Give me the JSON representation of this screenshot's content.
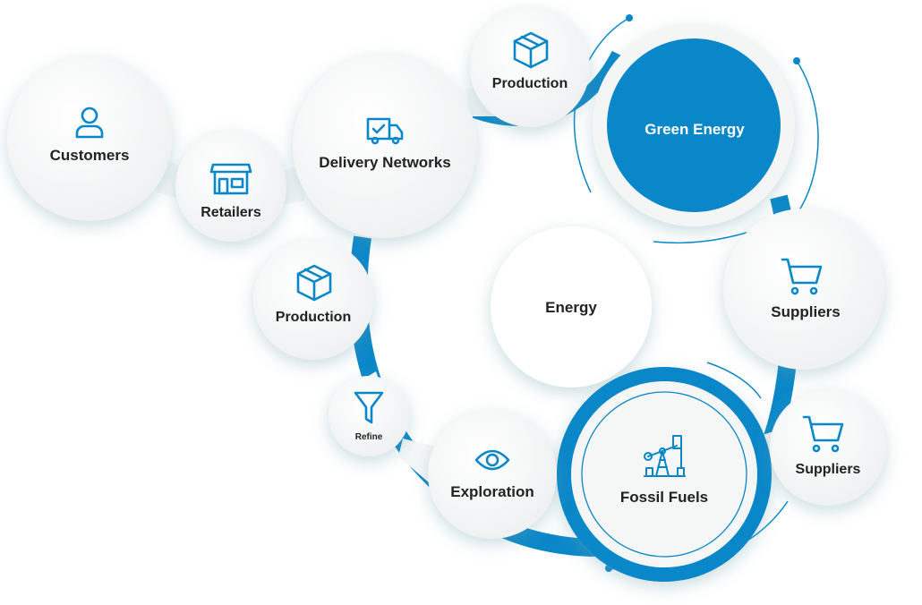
{
  "colors": {
    "accent": "#0a87c9",
    "node": "#f7f8f8",
    "text": "#222222"
  },
  "nodes": {
    "customers": {
      "label": "Customers",
      "icon": "user-icon"
    },
    "retailers": {
      "label": "Retailers",
      "icon": "store-icon"
    },
    "delivery": {
      "label": "Delivery Networks",
      "icon": "truck-check-icon"
    },
    "production_top": {
      "label": "Production",
      "icon": "box-icon"
    },
    "green_energy": {
      "label": "Green Energy"
    },
    "production_left": {
      "label": "Production",
      "icon": "box-icon"
    },
    "energy": {
      "label": "Energy"
    },
    "suppliers_right": {
      "label": "Suppliers",
      "icon": "cart-icon"
    },
    "refine": {
      "label": "Refine",
      "icon": "funnel-icon"
    },
    "exploration": {
      "label": "Exploration",
      "icon": "eye-icon"
    },
    "fossil_fuels": {
      "label": "Fossil Fuels",
      "icon": "oil-pump-icon"
    },
    "suppliers_bottom": {
      "label": "Suppliers",
      "icon": "cart-icon"
    }
  }
}
